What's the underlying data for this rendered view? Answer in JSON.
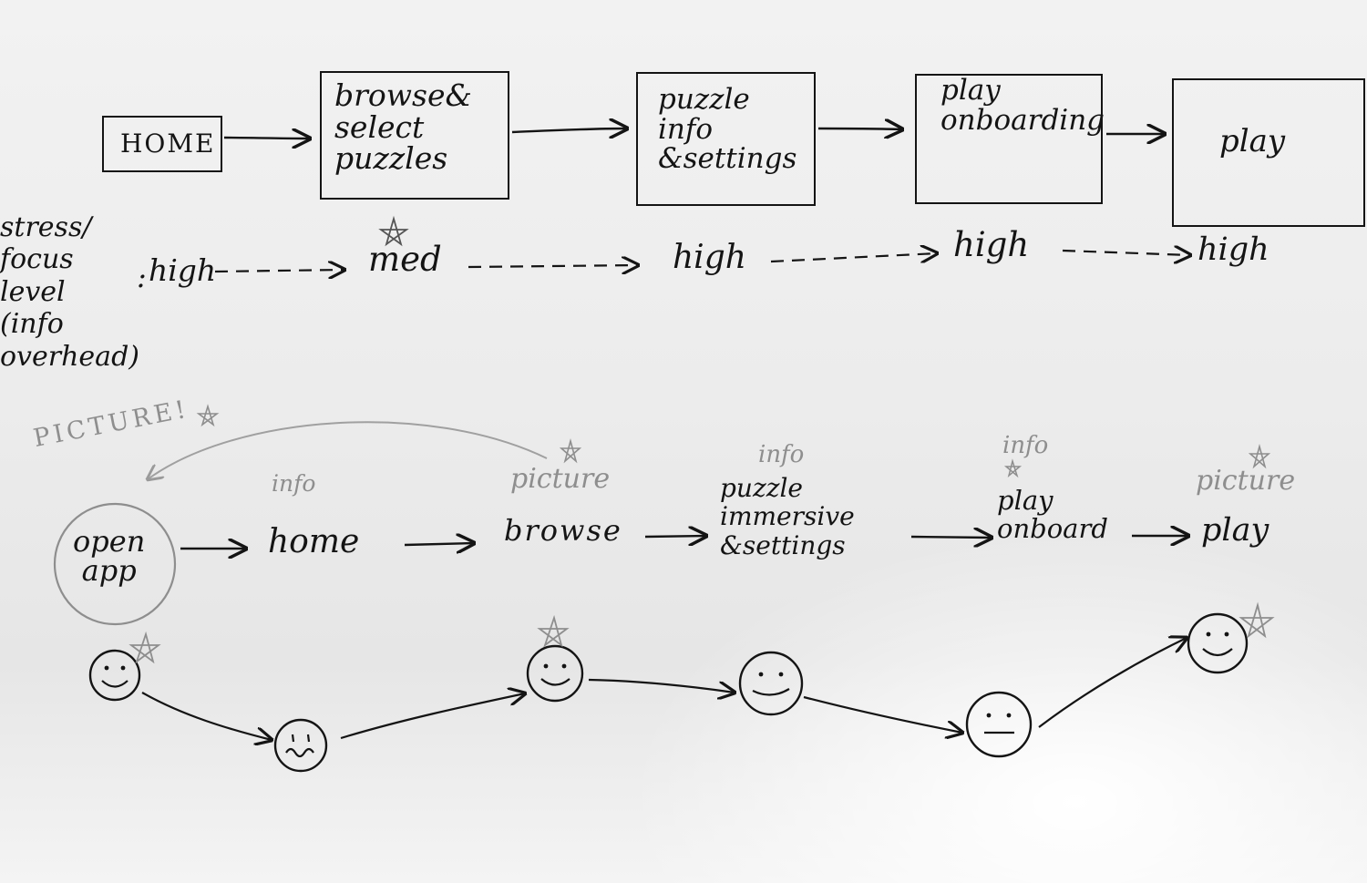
{
  "flow": {
    "home": "HOME",
    "browse_select": "browse&\nselect\npuzzles",
    "puzzle_info": "puzzle\ninfo\n&settings",
    "play_onboarding": "play\nonboarding",
    "play": "play"
  },
  "stress": {
    "label": "stress/\nfocus\nlevel\n(info\noverhead)",
    "colon": ":",
    "levels": [
      "high",
      "med",
      "high",
      "high",
      "high"
    ]
  },
  "journey": {
    "open_app": "open\napp",
    "picture_note": "PICTURE!",
    "steps": [
      "home",
      "browse",
      "puzzle\nimmersive\n&settings",
      "play\nonboard",
      "play"
    ],
    "notes": [
      "info",
      "picture",
      "info",
      "info",
      "picture"
    ]
  },
  "colors": {
    "ink": "#141414",
    "pencil": "#8e8e8e"
  },
  "icons": [
    "star-icon",
    "smiley-face-icon",
    "worried-face-icon",
    "neutral-face-icon"
  ]
}
